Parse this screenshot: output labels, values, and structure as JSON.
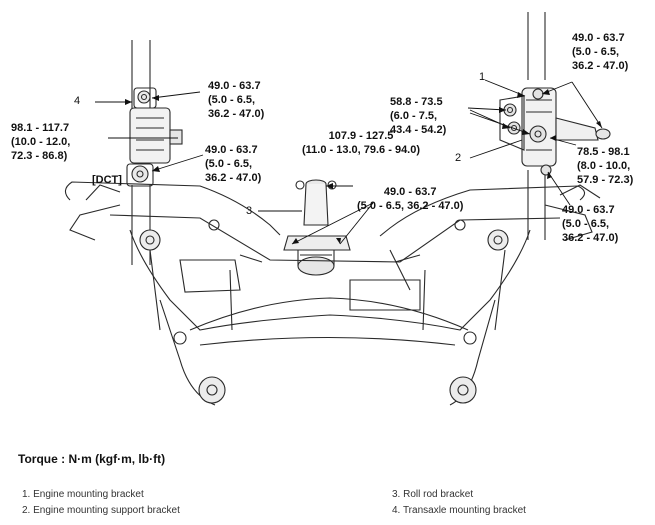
{
  "torque_values": {
    "bracket4_top": [
      "49.0 - 63.7",
      "(5.0 - 6.5,",
      "36.2 - 47.0)"
    ],
    "bracket4_side": [
      "98.1 - 117.7",
      "(10.0 - 12.0,",
      "72.3 - 86.8)"
    ],
    "bracket4_bottom": [
      "49.0 - 63.7",
      "(5.0 - 6.5,",
      "36.2 - 47.0)"
    ],
    "roll_rod_top": [
      "107.9 - 127.5",
      "(11.0 - 13.0, 79.6 - 94.0)"
    ],
    "roll_rod_bottom": [
      "49.0 - 63.7",
      "(5.0 - 6.5, 36.2 - 47.0)"
    ],
    "bracket1_left": [
      "58.8 - 73.5",
      "(6.0 - 7.5,",
      "43.4 - 54.2)"
    ],
    "bracket1_top_right": [
      "49.0 - 63.7",
      "(5.0 - 6.5,",
      "36.2 - 47.0)"
    ],
    "bracket1_right": [
      "78.5 - 98.1",
      "(8.0 - 10.0,",
      "57.9 - 72.3)"
    ],
    "bracket2_bottom_right": [
      "49.0 - 63.7",
      "(5.0 - 6.5,",
      "36.2 - 47.0)"
    ]
  },
  "callouts": [
    "1",
    "2",
    "3",
    "4"
  ],
  "dct_label": "[DCT]",
  "torque_heading": "Torque : N·m (kgf·m, lb·ft)",
  "legend": [
    "1. Engine mounting bracket",
    "2. Engine mounting support bracket",
    "3. Roll rod bracket",
    "4. Transaxle mounting bracket"
  ]
}
